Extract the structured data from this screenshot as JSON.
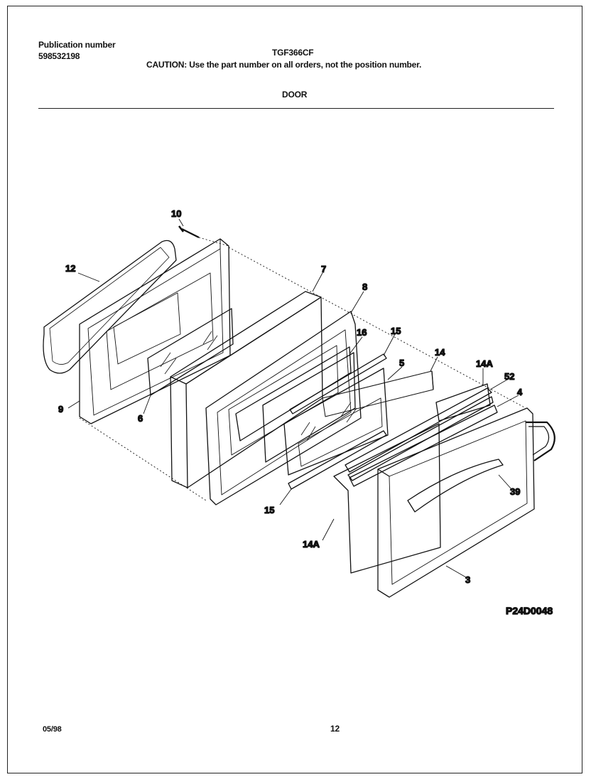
{
  "header": {
    "publication_label": "Publication number",
    "publication_number": "598532198",
    "model": "TGF366CF",
    "caution": "CAUTION:  Use the part number on all orders, not the position number.",
    "section": "DOOR"
  },
  "diagram": {
    "code": "P24D0048",
    "callouts": [
      "10",
      "12",
      "9",
      "6",
      "7",
      "8",
      "16",
      "15",
      "5",
      "14",
      "14A",
      "52",
      "4",
      "39",
      "3",
      "15",
      "14A"
    ]
  },
  "footer": {
    "date": "05/98",
    "page": "12"
  },
  "colors": {
    "ink": "#111111",
    "paper": "#ffffff"
  }
}
